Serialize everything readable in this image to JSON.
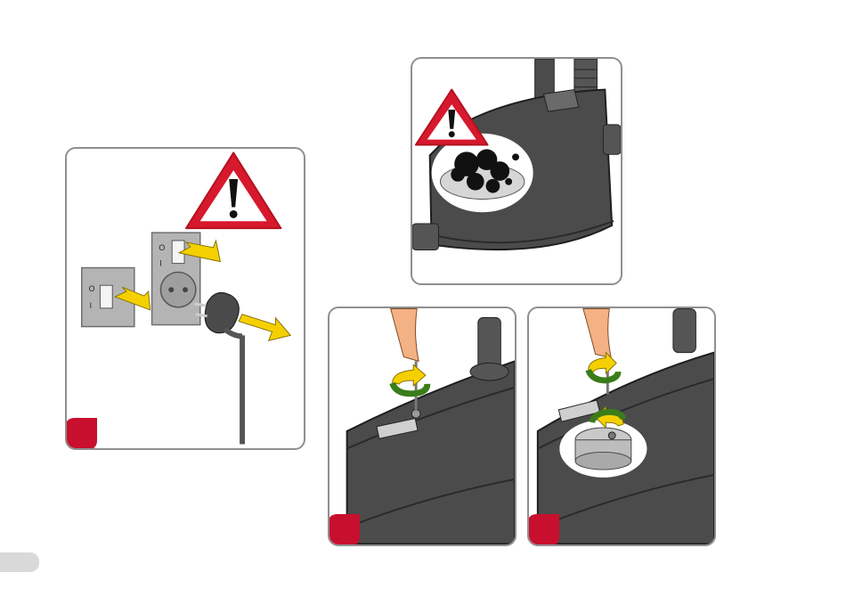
{
  "colors": {
    "warning_red": "#d7192d",
    "arrow_yellow": "#f5d000",
    "rotate_green": "#3a7d1a",
    "badge_red": "#c8102e",
    "pump_grey": "#4b4b4b",
    "plate_grey": "#b4b4b4"
  },
  "icons": [
    "warning-triangle-icon",
    "push-arrow-icon",
    "rotate-arrow-icon",
    "step-badge"
  ],
  "switch_symbols": {
    "off": "O",
    "on": "I"
  },
  "panels": [
    {
      "id": "disconnect-power",
      "icons": [
        "warning-triangle-icon",
        "push-arrow-icon",
        "push-arrow-icon",
        "push-arrow-icon"
      ]
    },
    {
      "id": "clogged-pump",
      "icons": [
        "warning-triangle-icon"
      ]
    },
    {
      "id": "unscrew-cover-screw",
      "icons": [
        "rotate-arrow-icon"
      ]
    },
    {
      "id": "remove-motor-cover",
      "icons": [
        "rotate-arrow-icon",
        "rotate-arrow-icon"
      ]
    }
  ]
}
